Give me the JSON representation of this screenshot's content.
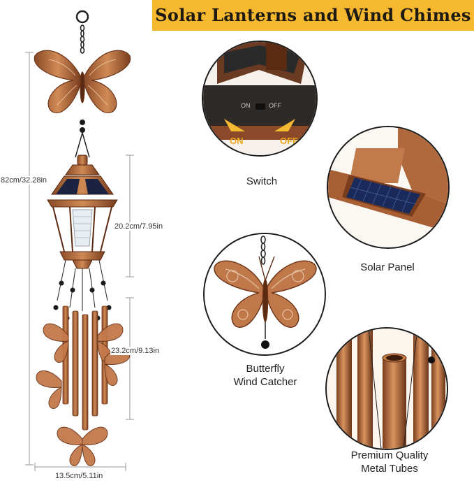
{
  "banner": {
    "title": "Solar Lanterns and Wind Chimes"
  },
  "dimensions": {
    "total_height": "82cm/32.28in",
    "lantern_height": "20.2cm/7.95in",
    "chime_height": "23.2cm/9.13in",
    "width": "13.5cm/5.11in"
  },
  "features": {
    "switch": {
      "caption": "Switch",
      "on_label": "ON",
      "off_label": "OFF",
      "on_small": "ON",
      "off_small": "OFF"
    },
    "solar_panel": {
      "caption": "Solar Panel"
    },
    "butterfly": {
      "caption_line1": "Butterfly",
      "caption_line2": "Wind Catcher"
    },
    "tubes": {
      "caption_line1": "Premium Quality",
      "caption_line2": "Metal Tubes"
    }
  },
  "colors": {
    "banner": "#f5b82e",
    "copper": "#b86a3c",
    "copper_dark": "#7a3e1e",
    "switch_arrow": "#f4b832"
  }
}
